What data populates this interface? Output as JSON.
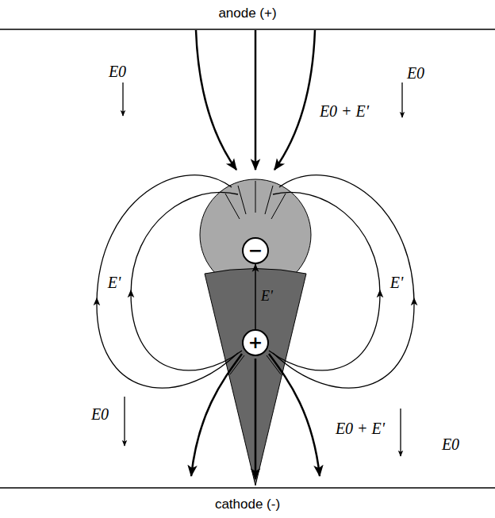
{
  "diagram": {
    "nodes": [
      {
        "text": [
          "−"
        ]
      },
      {
        "text": [
          "+"
        ]
      }
    ],
    "edges": [
      {
        "from": 1,
        "to": 0,
        "arrow": "to",
        "label": "E'"
      }
    ],
    "labels": [
      "anode (+)",
      "E0",
      "E0",
      "E0 + E'",
      "E'",
      "E'",
      "E0",
      "E0 + E'",
      "E0",
      "cathode (-)"
    ]
  }
}
